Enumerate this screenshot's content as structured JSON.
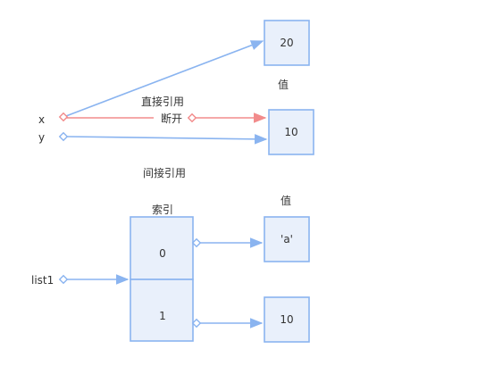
{
  "colors": {
    "blue": "#8ab4f0",
    "red": "#f28b8b",
    "box_fill": "#e9f0fb"
  },
  "top": {
    "var_x": "x",
    "var_y": "y",
    "box_20": "20",
    "box_10": "10",
    "value_label": "值",
    "direct_ref_label": "直接引用",
    "break_label": "断开"
  },
  "middle": {
    "indirect_ref_label": "间接引用"
  },
  "bottom": {
    "index_label": "索引",
    "value_label": "值",
    "index_0": "0",
    "index_1": "1",
    "box_a": "'a'",
    "box_10": "10",
    "var_list1": "list1"
  }
}
